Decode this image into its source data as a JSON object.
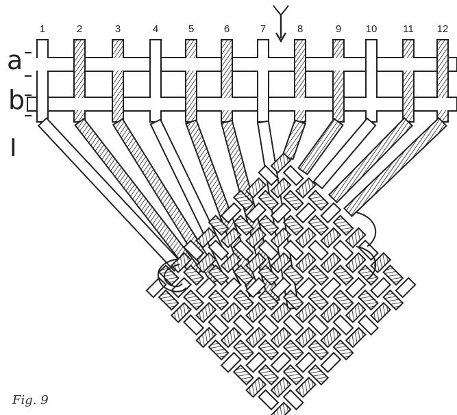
{
  "figure": {
    "caption": "Fig. 9",
    "strand_numbers": [
      "1",
      "2",
      "3",
      "4",
      "5",
      "6",
      "7",
      "8",
      "9",
      "10",
      "11",
      "12"
    ],
    "row_labels": {
      "a": "a",
      "b": "b",
      "stage": "I"
    },
    "pattern": [
      "plain",
      "hatched",
      "hatched",
      "plain",
      "hatched",
      "hatched",
      "plain",
      "hatched",
      "hatched",
      "plain",
      "hatched",
      "hatched"
    ],
    "colors": {
      "ink": "#222222",
      "paper": "#ffffff"
    },
    "icons": {
      "marker": "downward-arrow-icon"
    }
  }
}
